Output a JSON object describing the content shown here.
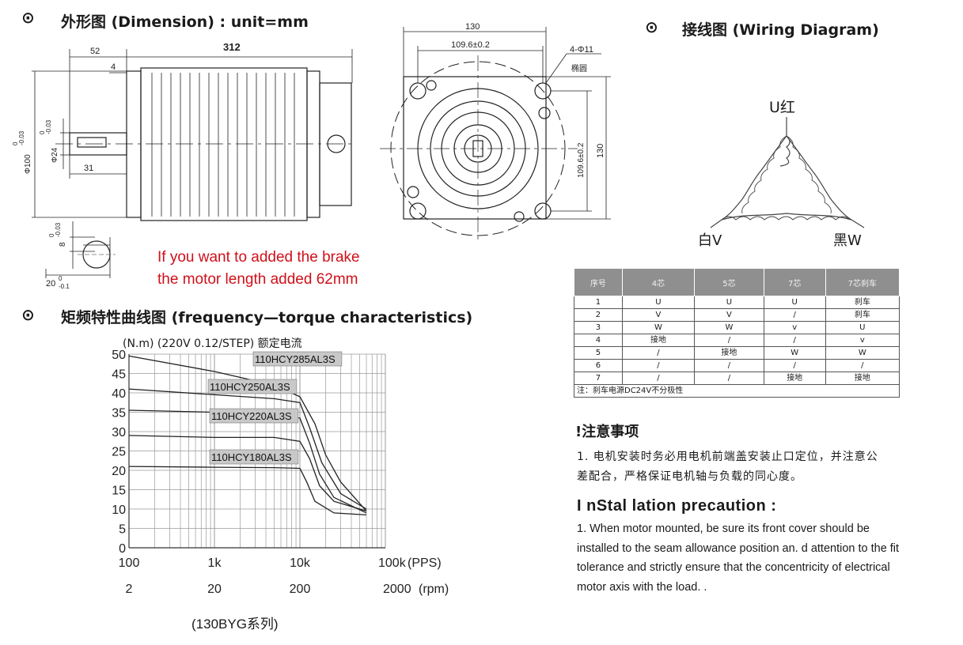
{
  "dimension": {
    "bullet": "⊙",
    "title": "外形图 (Dimension) : unit=mm",
    "length_312": "312",
    "dim_52": "52",
    "dim_4": "4",
    "dim_31": "31",
    "dim_phi100": "Φ100",
    "dim_phi100_tol_top": "0",
    "dim_phi100_tol_bot": "-0.03",
    "dim_phi24": "Φ24",
    "dim_phi24_tol_top": "0",
    "dim_phi24_tol_bot": "-0.03",
    "key_8": "8",
    "key_8_tol_top": "0",
    "key_8_tol_bot": "-0.03",
    "key_20": "20",
    "key_20_tol_top": "0",
    "key_20_tol_bot": "-0.1",
    "front_130_top": "130",
    "front_109_top": "109.6±0.2",
    "front_4phi11": "4-Φ11",
    "front_oval": "椭圆",
    "front_109_side": "109.6±0.2",
    "front_130_side": "130"
  },
  "brake_note": {
    "line1": "If you want to added the brake",
    "line2": "the motor length added 62mm"
  },
  "wiring": {
    "bullet": "⊙",
    "title": "接线图 (Wiring Diagram)",
    "u_label": "U红",
    "v_label": "白V",
    "w_label": "黑W"
  },
  "table": {
    "headers": [
      "序号",
      "4芯",
      "5芯",
      "7芯",
      "7芯刹车"
    ],
    "rows": [
      [
        "1",
        "U",
        "U",
        "U",
        "刹车"
      ],
      [
        "2",
        "V",
        "V",
        "/",
        "刹车"
      ],
      [
        "3",
        "W",
        "W",
        "v",
        "U"
      ],
      [
        "4",
        "接地",
        "/",
        "/",
        "v"
      ],
      [
        "5",
        "/",
        "接地",
        "W",
        "W"
      ],
      [
        "6",
        "/",
        "/",
        "/",
        "/"
      ],
      [
        "7",
        "/",
        "/",
        "接地",
        "接地"
      ]
    ],
    "note": "注：刹车电源DC24V不分极性"
  },
  "torque": {
    "bullet": "⊙",
    "title": "矩频特性曲线图 (frequency—torque characteristics)",
    "ylabel": "(N.m) (220V 0.12/STEP) 额定电流",
    "series_label_285": "110HCY285AL3S",
    "series_label_250": "110HCY250AL3S",
    "series_label_220": "110HCY220AL3S",
    "series_label_180": "110HCY180AL3S",
    "series_text": "(130BYG系列)"
  },
  "chart_data": {
    "type": "line",
    "title": "矩频特性曲线图 (frequency—torque characteristics)",
    "ylabel": "(N.m) (220V 0.12/STEP) 额定电流",
    "xlabel": "(PPS)",
    "xlabel2": "(rpm)",
    "x_scale": "log",
    "ylim": [
      0,
      50
    ],
    "xlim": [
      100,
      100000
    ],
    "y_ticks": [
      "0",
      "5",
      "10",
      "15",
      "20",
      "25",
      "30",
      "35",
      "40",
      "45",
      "50"
    ],
    "x_ticks_pps": [
      "100",
      "1k",
      "10k",
      "100k"
    ],
    "x_ticks_rpm": [
      "2",
      "20",
      "200",
      "2000"
    ],
    "grid": true,
    "series": [
      {
        "name": "110HCY285AL3S",
        "x": [
          100,
          1000,
          5000,
          10000,
          15000,
          20000,
          30000,
          60000
        ],
        "y": [
          49.5,
          45.5,
          42,
          39,
          32,
          24,
          17,
          9.5
        ]
      },
      {
        "name": "110HCY250AL3S",
        "x": [
          100,
          1000,
          5000,
          10000,
          13000,
          18000,
          30000,
          60000
        ],
        "y": [
          41,
          39.5,
          38.5,
          37.5,
          31,
          22,
          14,
          10
        ]
      },
      {
        "name": "110HCY220AL3S",
        "x": [
          100,
          1000,
          5000,
          10000,
          13000,
          17000,
          25000,
          60000
        ],
        "y": [
          35.5,
          35,
          34.5,
          33.5,
          27,
          19,
          13,
          9
        ]
      },
      {
        "name": "110HCY180AL3S",
        "x": [
          100,
          1000,
          5000,
          10000,
          13000,
          17000,
          25000,
          60000
        ],
        "y": [
          29,
          28.5,
          28.5,
          27.5,
          23,
          16,
          12,
          9.5
        ]
      },
      {
        "name": "",
        "x": [
          100,
          1000,
          5000,
          10000,
          12000,
          15000,
          25000,
          60000
        ],
        "y": [
          21,
          20.8,
          20.7,
          20.5,
          17,
          12,
          9,
          8.5
        ]
      }
    ]
  },
  "precaution": {
    "cn_title": "!注意事项",
    "cn_line1": "1. 电机安装时务必用电机前端盖安装止口定位，并注意公",
    "cn_line2": "差配合，严格保证电机轴与负载的同心度。",
    "en_title": "I nStal lation precaution :",
    "en_line1": "1. When motor mounted, be sure its front cover should be",
    "en_line2": "installed to the seam allowance position an.  d attention to the fit",
    "en_line3": "tolerance and strictly ensure that the concentricity of electrical",
    "en_line4": "motor axis with the load.        ."
  }
}
